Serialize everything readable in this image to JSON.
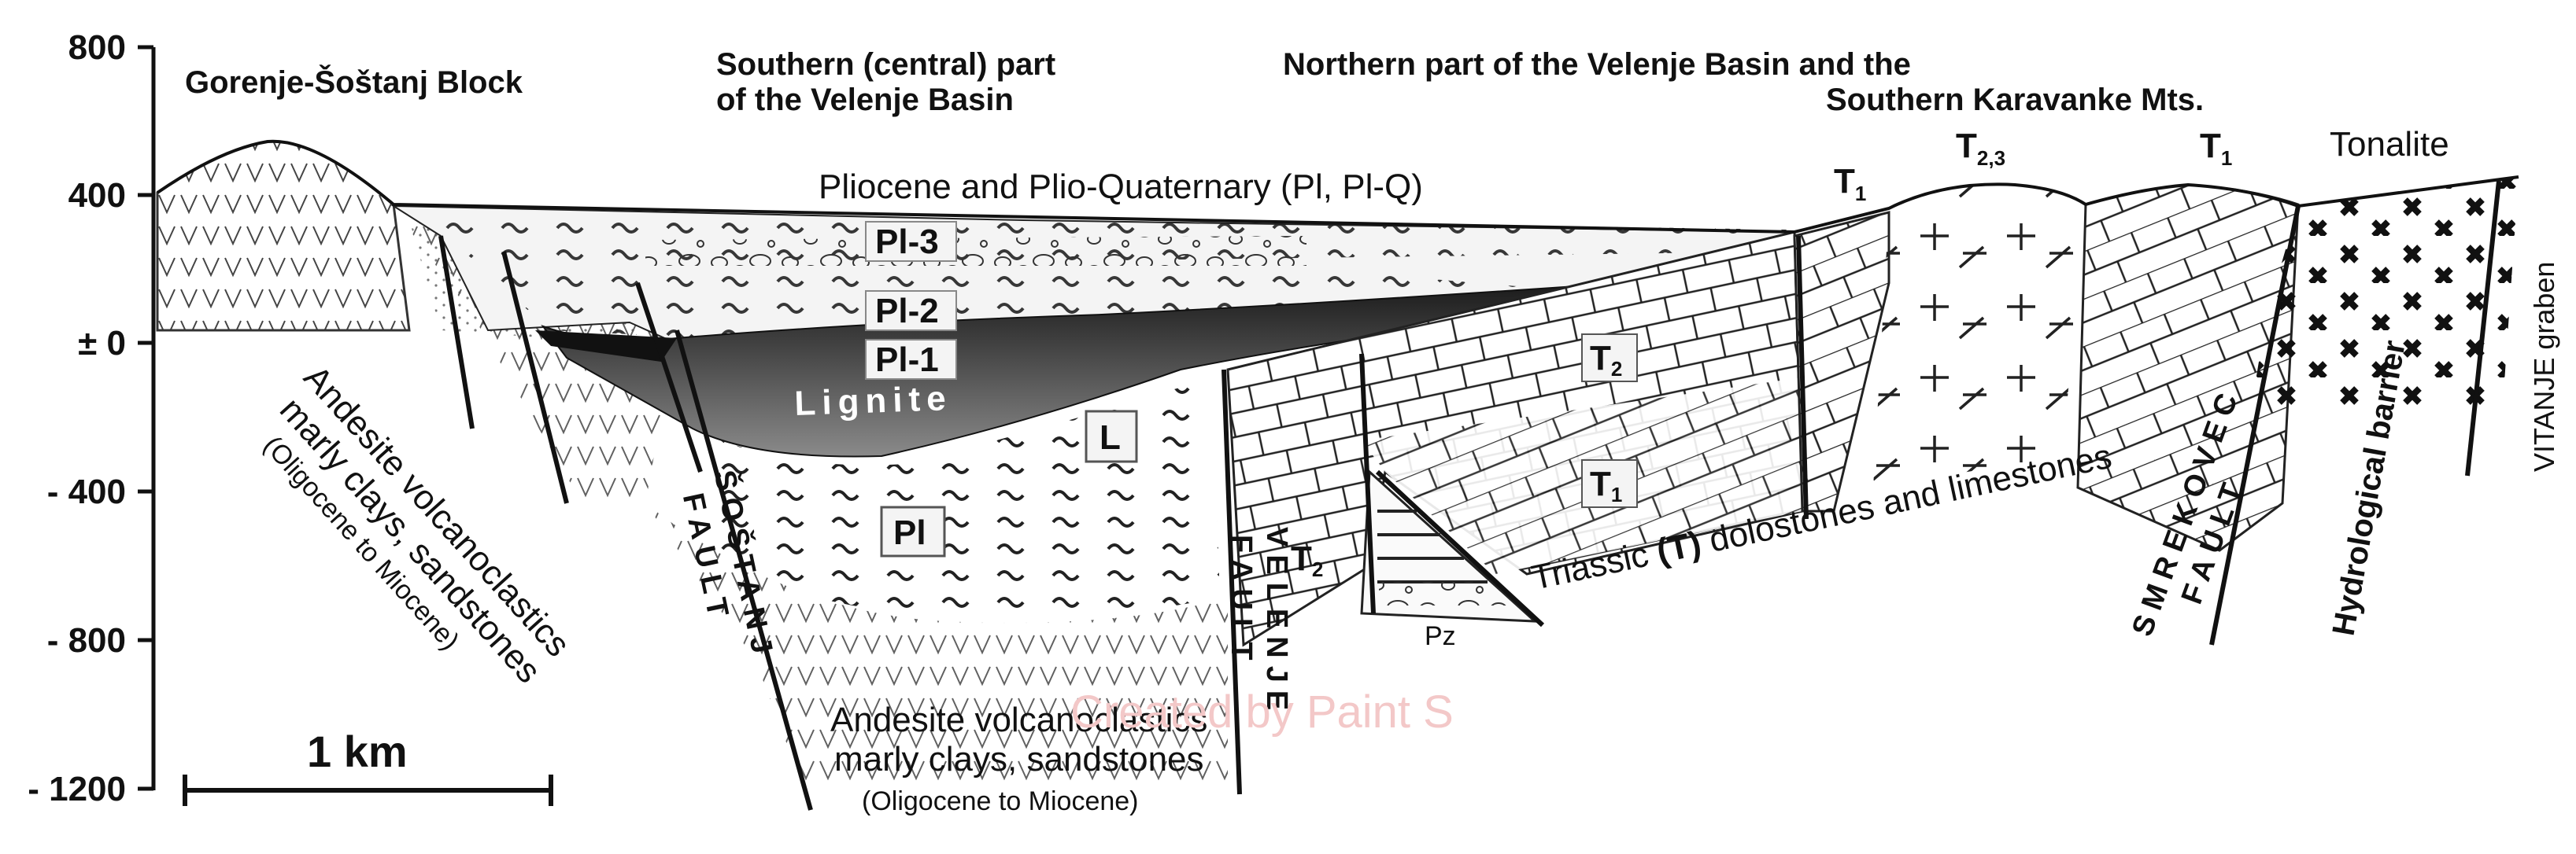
{
  "axis": {
    "ticks": [
      "800",
      "400",
      "± 0",
      "- 400",
      "- 800",
      "- 1200"
    ]
  },
  "headers": {
    "gorenje": "Gorenje-Šoštanj Block",
    "southern_line1": "Southern (central) part",
    "southern_line2": "of the Velenje Basin",
    "northern_line1": "Northern part of the Velenje Basin and the",
    "northern_line2": "Southern Karavanke Mts.",
    "tonalite": "Tonalite"
  },
  "units": {
    "pliocene": "Pliocene and Plio-Quaternary (Pl, Pl-Q)",
    "pl3": "Pl-3",
    "pl2": "Pl-2",
    "pl1": "Pl-1",
    "lignite": "Lignite",
    "L": "L",
    "pl": "Pl",
    "t1_left": "T",
    "t1_left_sub": "1",
    "t23": "T",
    "t23_sub": "2,3",
    "t1_right": "T",
    "t1_right_sub": "1",
    "t2_main": "T",
    "t2_main_sub": "2",
    "t1_lower": "T",
    "t1_lower_sub": "1",
    "t2_low": "T",
    "t2_low_sub": "2",
    "pz": "Pz",
    "triassic_a": "Triassic ",
    "triassic_b": "(T)",
    "triassic_c": " dolostones and limestones"
  },
  "andesite_left": {
    "line1": "Andesite volcanoclastics",
    "line2": "marly clays, sandstones",
    "line3": "(Oligocene to Miocene)"
  },
  "andesite_bottom": {
    "line1": "Andesite volcanoclastics",
    "line2": "marly clays, sandstones",
    "line3": "(Oligocene to Miocene)"
  },
  "faults": {
    "sostanj1": "ŠOŠTANJ",
    "sostanj2": "FAULT",
    "velenje1": "VELENJE",
    "velenje2": "FAULT",
    "smrekovec1": "SMREKOVEC",
    "smrekovec2": "FAULT",
    "hydro": "Hydrological barrier",
    "vitanje": "VITANJE graben"
  },
  "scale": {
    "label": "1 km"
  },
  "watermark": "Created by Paint S",
  "colors": {
    "lignite_dark": "#1f1f1f",
    "lignite_mid": "#6c6c6c",
    "ink": "#111111",
    "pliocene_fill": "#f2f2f2",
    "watermark": "#f3c8c8"
  }
}
